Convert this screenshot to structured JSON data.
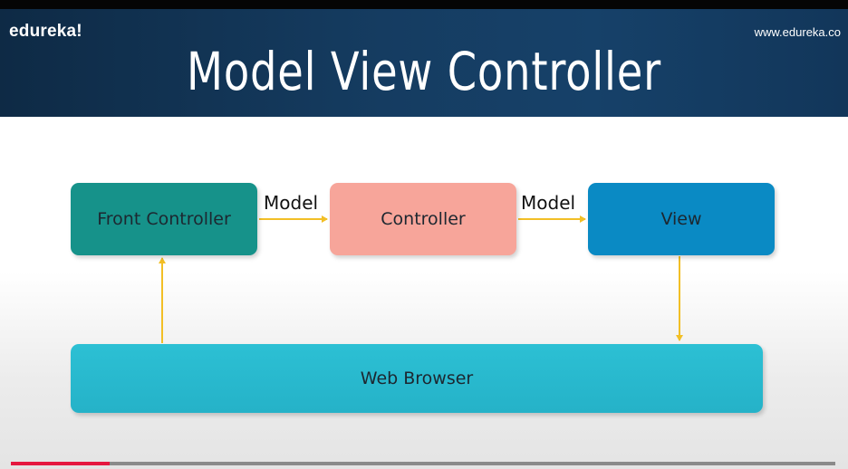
{
  "header": {
    "brand": "edureka!",
    "url": "www.edureka.co",
    "title": "Model View Controller"
  },
  "diagram": {
    "nodes": {
      "front_controller": "Front Controller",
      "controller": "Controller",
      "view": "View",
      "web_browser": "Web Browser"
    },
    "edges": [
      {
        "from": "front_controller",
        "to": "controller",
        "label": "Model"
      },
      {
        "from": "controller",
        "to": "view",
        "label": "Model"
      },
      {
        "from": "web_browser",
        "to": "front_controller",
        "label": ""
      },
      {
        "from": "view",
        "to": "web_browser",
        "label": ""
      }
    ]
  },
  "colors": {
    "front_controller": "#16928a",
    "controller": "#f7a59a",
    "view": "#0a8ac4",
    "web_browser": "#25b2c8",
    "arrow": "#f2bf26",
    "progress": "#e5173f"
  },
  "player": {
    "progress_fraction": 0.12
  }
}
